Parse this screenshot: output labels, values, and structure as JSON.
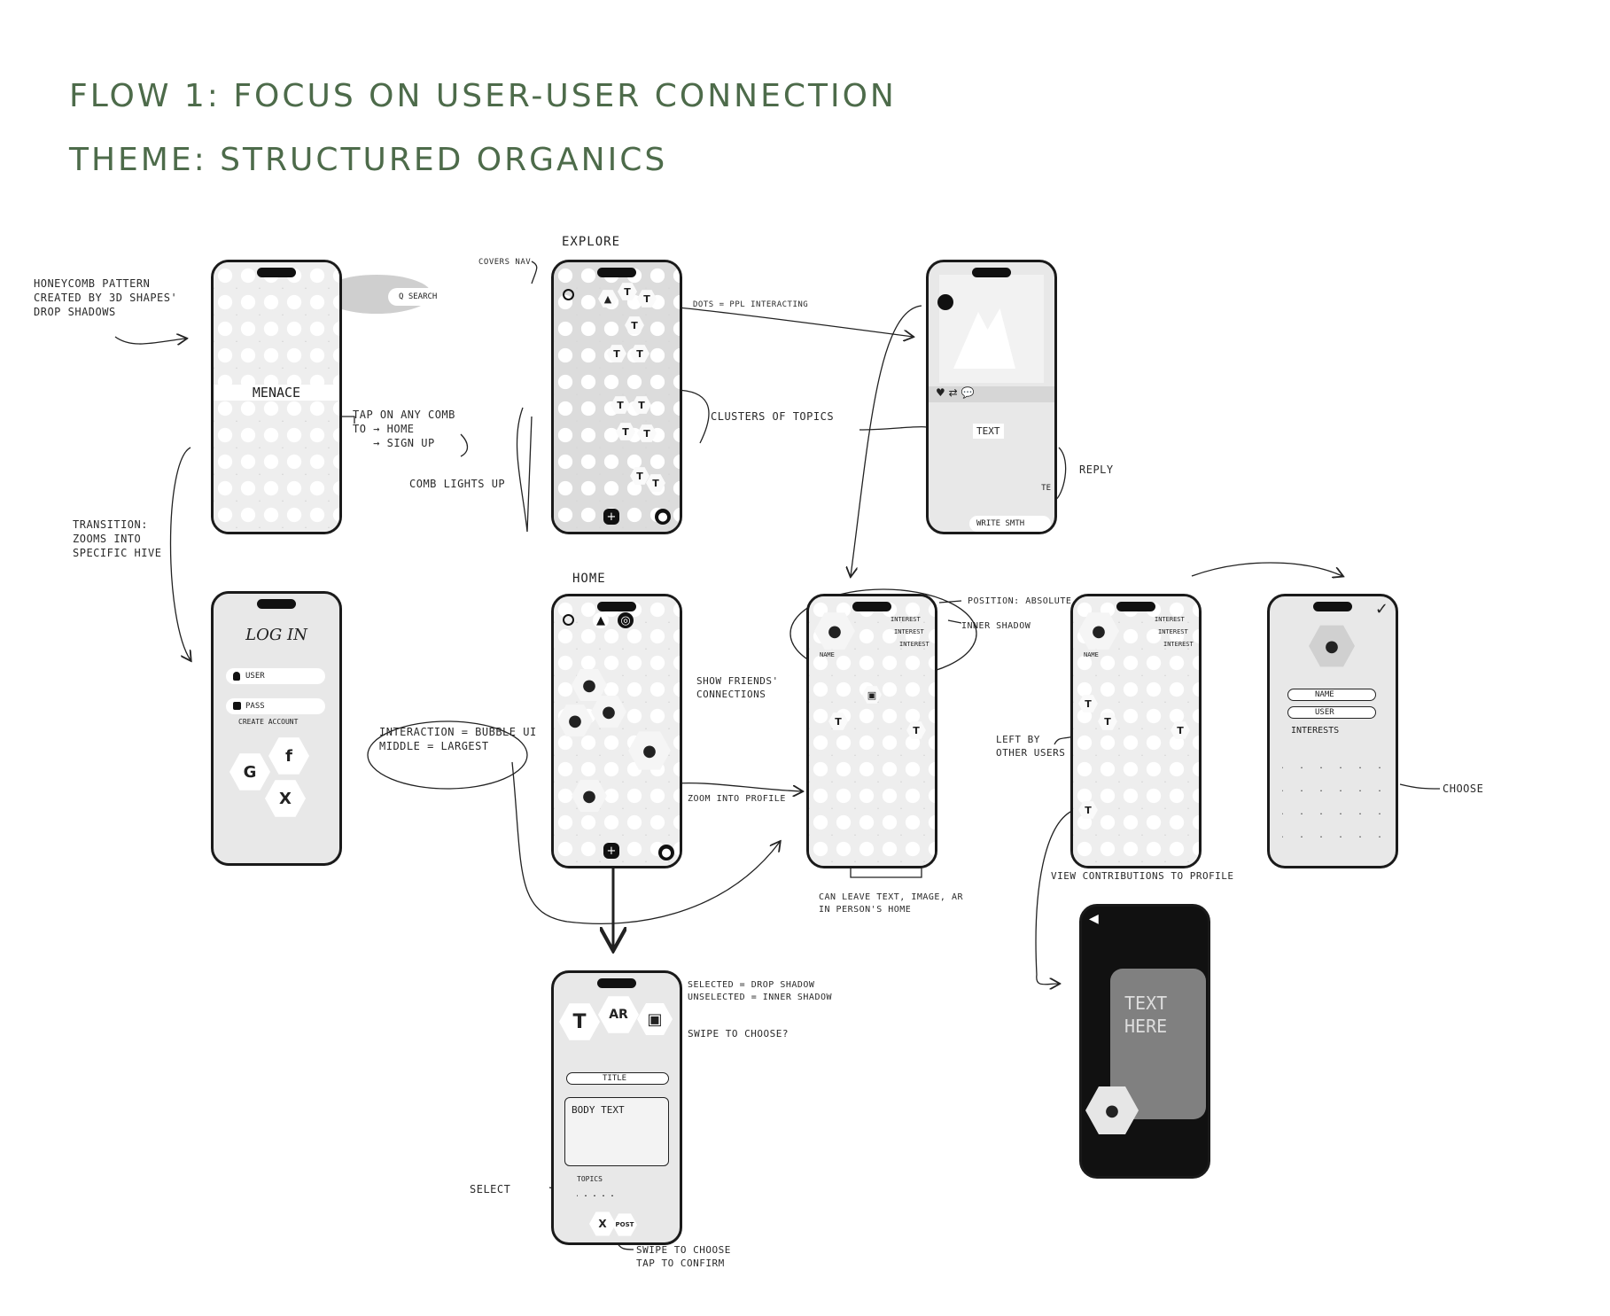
{
  "headings": {
    "flow": "FLOW 1: FOCUS ON USER-USER CONNECTION",
    "theme": "THEME: STRUCTURED ORGANICS"
  },
  "screens": {
    "splash": {
      "title": "MENACE"
    },
    "login": {
      "title": "LOG IN",
      "user": "USER",
      "pass": "PASS",
      "create": "CREATE ACCOUNT",
      "google": "G",
      "facebook": "f",
      "x": "X"
    },
    "search_pill": {
      "label": "Q SEARCH"
    },
    "explore": {
      "label": "EXPLORE"
    },
    "home": {
      "label": "HOME"
    },
    "post_detail": {
      "text": "TEXT",
      "write": "WRITE SMTH",
      "te": "TE"
    },
    "profile": {
      "name": "NAME",
      "interest1": "INTEREST",
      "interest2": "INTEREST",
      "interest3": "INTEREST"
    },
    "profile_left": {
      "name": "NAME",
      "interest1": "INTEREST",
      "interest2": "INTEREST",
      "interest3": "INTEREST"
    },
    "edit_profile": {
      "name": "NAME",
      "user": "USER",
      "interests": "INTERESTS"
    },
    "text_view": {
      "text": "TEXT HERE"
    },
    "create_post": {
      "t": "T",
      "ar": "AR",
      "title": "TITLE",
      "body": "BODY TEXT",
      "topics": "TOPICS",
      "post": "POST",
      "x": "X"
    }
  },
  "annotations": {
    "honeycomb": "HONEYCOMB PATTERN\nCREATED BY 3D SHAPES'\nDROP SHADOWS",
    "tap_comb": "TAP ON ANY COMB\nTO → HOME\n   → SIGN UP",
    "comb_lights": "COMB LIGHTS UP",
    "transition": "TRANSITION:\nZOOMS INTO\nSPECIFIC HIVE",
    "covers_nav": "COVERS NAV",
    "dots": "DOTS = PPL INTERACTING",
    "clusters": "CLUSTERS OF TOPICS",
    "reply": "REPLY",
    "show_friends": "SHOW FRIENDS'\nCONNECTIONS",
    "interaction": "INTERACTION = BUBBLE UI\nMIDDLE = LARGEST",
    "zoom_profile": "ZOOM INTO PROFILE",
    "position": "POSITION: ABSOLUTE",
    "inner_shadow": "INNER SHADOW",
    "can_leave": "CAN LEAVE TEXT, IMAGE, AR\nIN PERSON'S HOME",
    "left_by": "LEFT BY\nOTHER USERS",
    "view_contrib": "VIEW CONTRIBUTIONS TO PROFILE",
    "choose": "CHOOSE",
    "selected": "SELECTED = DROP SHADOW\nUNSELECTED = INNER SHADOW",
    "swipe_choose": "SWIPE TO CHOOSE?",
    "select": "SELECT",
    "swipe_confirm": "SWIPE TO CHOOSE\nTAP TO CONFIRM"
  },
  "colors": {
    "heading": "#4d6b4a",
    "ink": "#1a1a1a",
    "screen": "#e8e8e8"
  }
}
